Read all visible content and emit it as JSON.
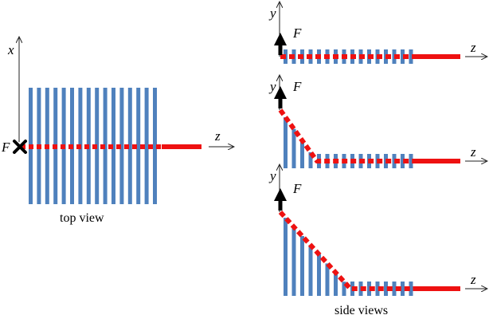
{
  "colors": {
    "bristle": "#4f81bd",
    "rod": "#ee1111",
    "arrow": "#000000",
    "axis": "#222222"
  },
  "labels": {
    "force": "F",
    "axis_x": "x",
    "axis_y": "y",
    "axis_z": "z",
    "caption_top": "top view",
    "caption_side": "side views"
  },
  "top_view": {
    "bristle_count": 16
  },
  "side_views": [
    {
      "bristle_count": 16,
      "bent_count": 0
    },
    {
      "bristle_count": 16,
      "bent_count": 4
    },
    {
      "bristle_count": 16,
      "bent_count": 8
    }
  ]
}
